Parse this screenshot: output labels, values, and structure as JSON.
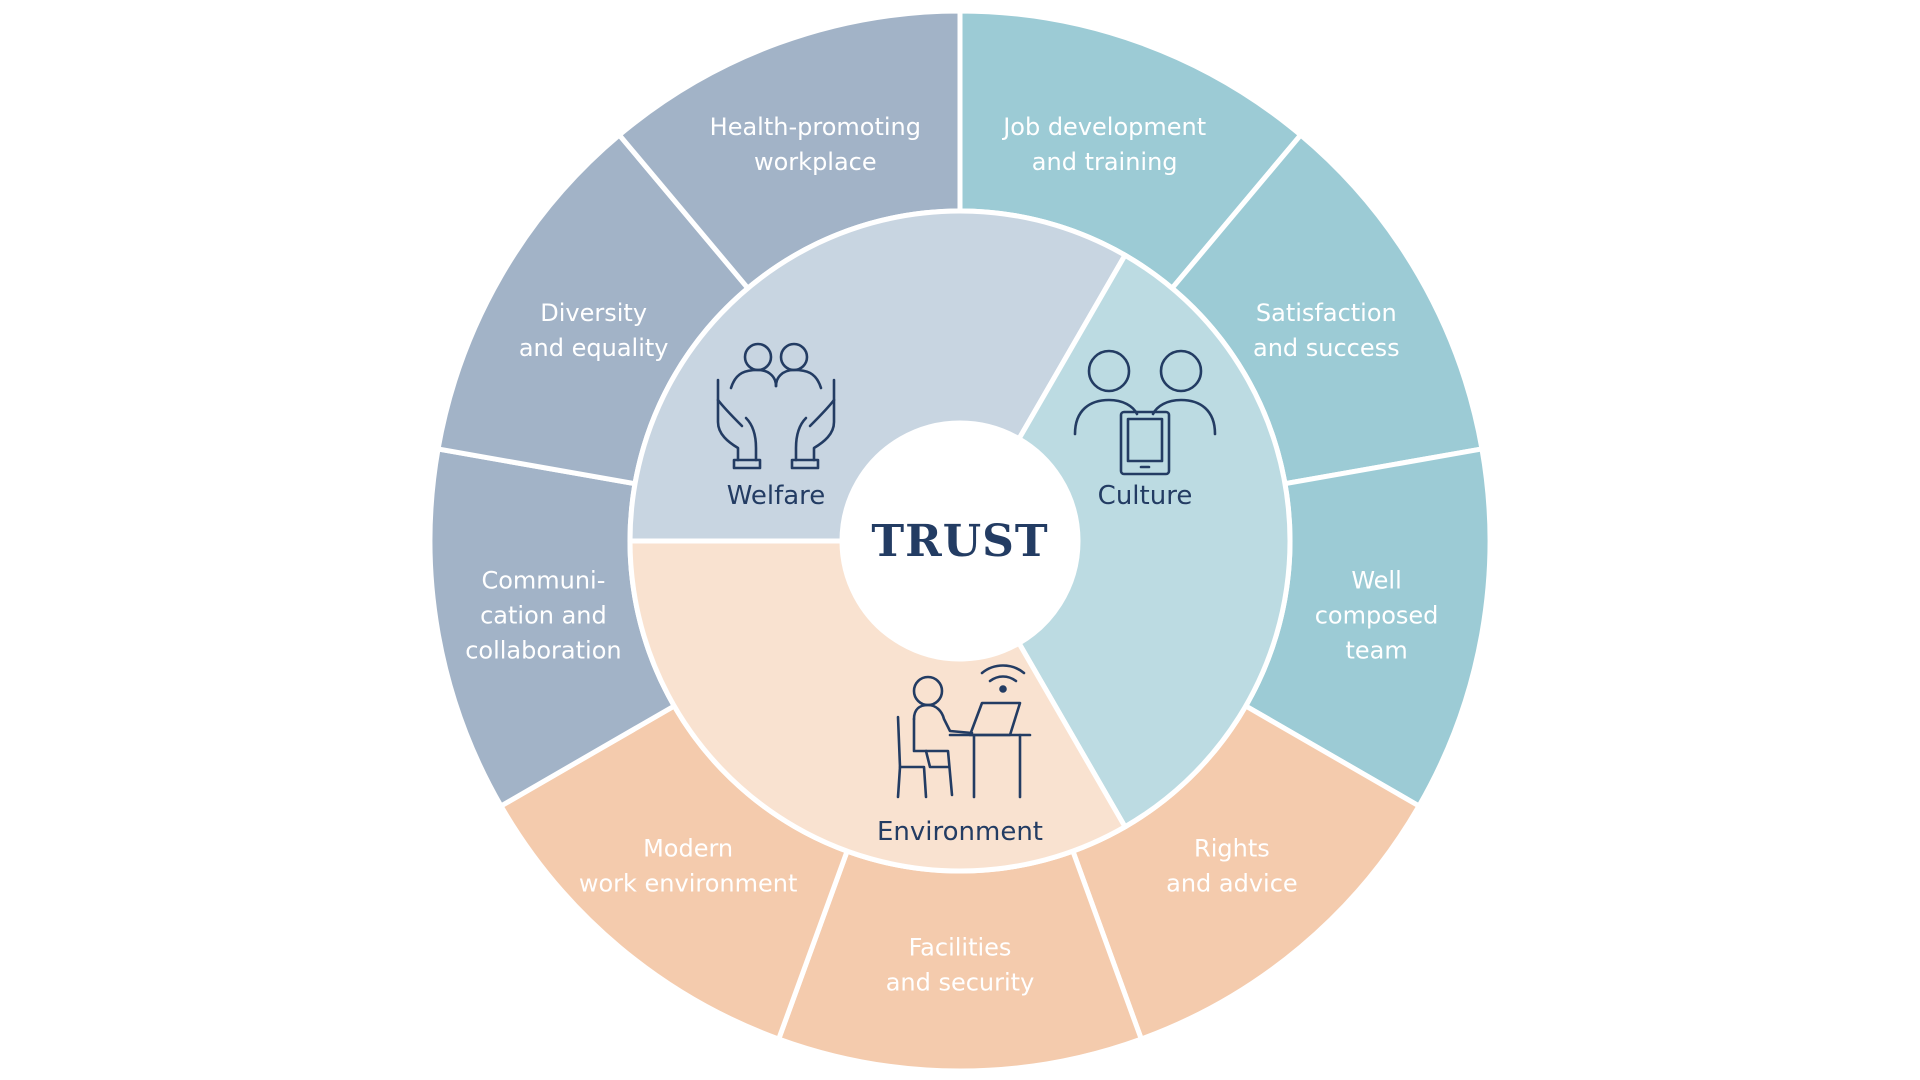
{
  "center": {
    "label": "TRUST"
  },
  "colors": {
    "welfare_outer": "#a2b3c7",
    "welfare_inner": "#c8d5e1",
    "culture_outer": "#9ccbd5",
    "culture_inner": "#bcdbe2",
    "environment_outer": "#f4cbad",
    "environment_inner": "#f9e2d0",
    "divider": "#ffffff",
    "text_dark": "#233c63"
  },
  "inner_segments": [
    {
      "key": "welfare",
      "label": "Welfare",
      "icon": "caring-hands-people-icon",
      "start": 270,
      "end": 390
    },
    {
      "key": "culture",
      "label": "Culture",
      "icon": "people-with-tablet-icon",
      "start": 30,
      "end": 150
    },
    {
      "key": "environment",
      "label": "Environment",
      "icon": "person-at-laptop-icon",
      "start": 150,
      "end": 270
    }
  ],
  "outer_segments": [
    {
      "group": "culture",
      "lines": [
        "Job development",
        "and training"
      ],
      "start": 0,
      "end": 40
    },
    {
      "group": "culture",
      "lines": [
        "Satisfaction",
        "and success"
      ],
      "start": 40,
      "end": 80
    },
    {
      "group": "culture",
      "lines": [
        "Well",
        "composed",
        "team"
      ],
      "start": 80,
      "end": 120
    },
    {
      "group": "environment",
      "lines": [
        "Rights",
        "and advice"
      ],
      "start": 120,
      "end": 160
    },
    {
      "group": "environment",
      "lines": [
        "Facilities",
        "and security"
      ],
      "start": 160,
      "end": 200
    },
    {
      "group": "environment",
      "lines": [
        "Modern",
        "work environment"
      ],
      "start": 200,
      "end": 240
    },
    {
      "group": "welfare",
      "lines": [
        "Communi-",
        "cation and",
        "collaboration"
      ],
      "start": 240,
      "end": 280
    },
    {
      "group": "welfare",
      "lines": [
        "Diversity",
        "and equality"
      ],
      "start": 280,
      "end": 320
    },
    {
      "group": "welfare",
      "lines": [
        "Health-promoting",
        "workplace"
      ],
      "start": 320,
      "end": 360
    }
  ]
}
